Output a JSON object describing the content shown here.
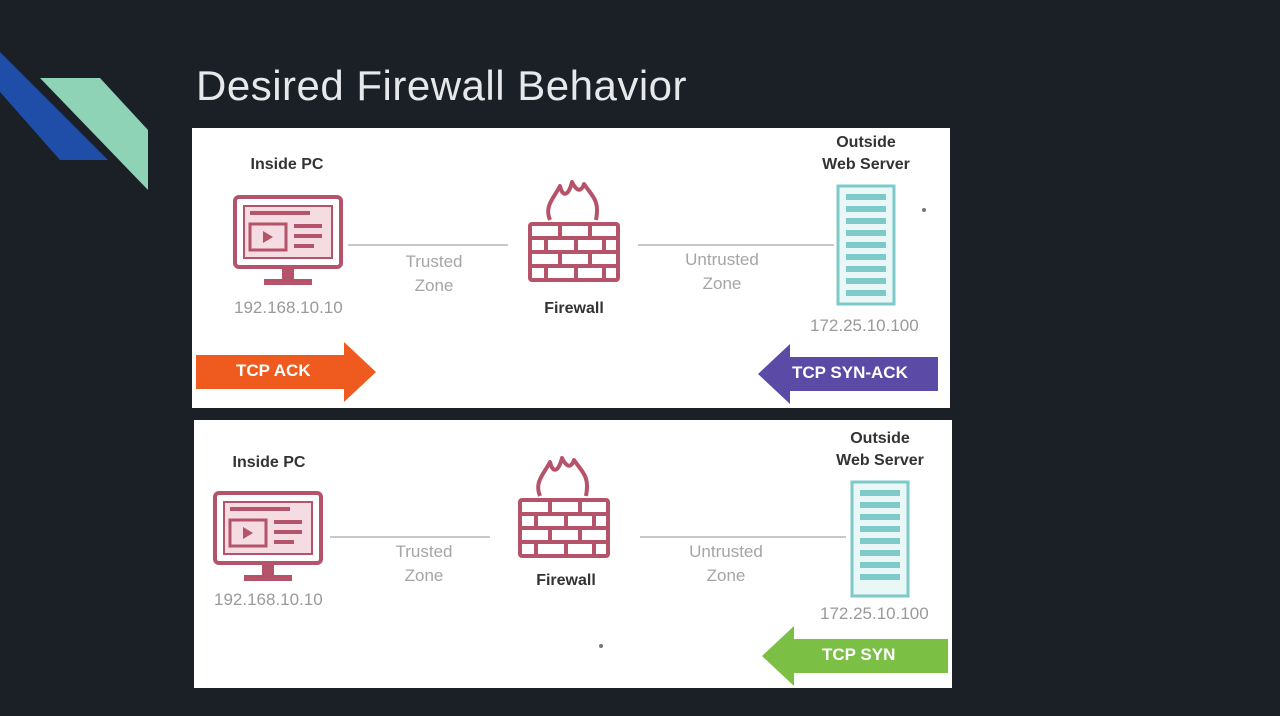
{
  "slide": {
    "title": "Desired Firewall Behavior"
  },
  "colors": {
    "background": "#1b1f26",
    "deco_blue": "#1f4ea8",
    "deco_teal": "#8fd3b7",
    "pc_red": "#b5536a",
    "firewall_red": "#b5536a",
    "server_teal": "#7ec9c9",
    "ack_orange": "#ef5a1e",
    "synack_purple": "#5b4aa6",
    "syn_green": "#7cbf45"
  },
  "diagrams": [
    {
      "inside_label": "Inside PC",
      "inside_ip": "192.168.10.10",
      "trusted_zone": [
        "Trusted",
        "Zone"
      ],
      "firewall_label": "Firewall",
      "untrusted_zone": [
        "Untrusted",
        "Zone"
      ],
      "outside_label": [
        "Outside",
        "Web Server"
      ],
      "outside_ip": "172.25.10.100",
      "arrow_right": "TCP ACK",
      "arrow_left": "TCP SYN-ACK"
    },
    {
      "inside_label": "Inside PC",
      "inside_ip": "192.168.10.10",
      "trusted_zone": [
        "Trusted",
        "Zone"
      ],
      "firewall_label": "Firewall",
      "untrusted_zone": [
        "Untrusted",
        "Zone"
      ],
      "outside_label": [
        "Outside",
        "Web Server"
      ],
      "outside_ip": "172.25.10.100",
      "arrow_left": "TCP SYN"
    }
  ]
}
